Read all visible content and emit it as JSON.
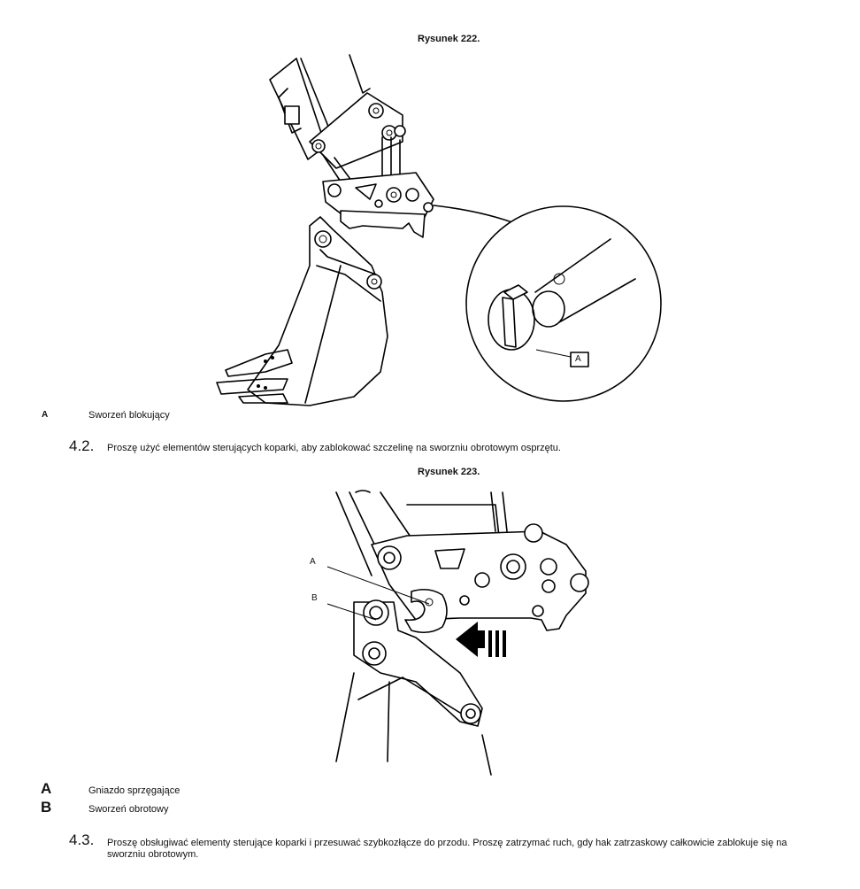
{
  "figure1": {
    "title": "Rysunek 222.",
    "callout": "A",
    "legend": [
      {
        "letter": "A",
        "text": "Sworzeń blokujący"
      }
    ]
  },
  "step1": {
    "number": "4.2.",
    "text": "Proszę użyć elementów sterujących koparki, aby zablokować szczelinę na sworzniu obrotowym osprzętu."
  },
  "figure2": {
    "title": "Rysunek 223.",
    "callouts": [
      "A",
      "B"
    ],
    "legend": [
      {
        "letter": "A",
        "text": "Gniazdo sprzęgające"
      },
      {
        "letter": "B",
        "text": "Sworzeń obrotowy"
      }
    ]
  },
  "step2": {
    "number": "4.3.",
    "line1": "Proszę obsługiwać elementy sterujące koparki i przesuwać szybkozłącze do przodu. Proszę zatrzymać ruch, gdy hak zatrzaskowy całkowicie zablokuje się na",
    "line2": "sworzniu obrotowym."
  }
}
